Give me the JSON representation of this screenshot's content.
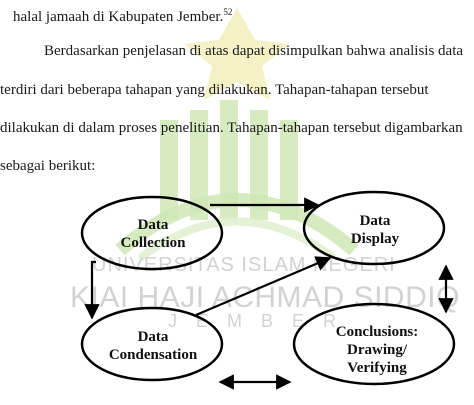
{
  "document": {
    "lines": [
      "halal jamaah di Kabupaten Jember.",
      "Berdasarkan penjelasan di atas dapat disimpulkan bahwa analisis data",
      "terdiri dari beberapa tahapan yang dilakukan. Tahapan-tahapan tersebut",
      "dilakukan di dalam proses penelitian. Tahapan-tahapan tersebut digambarkan",
      "sebagai berikut:"
    ],
    "footnote_ref": "52"
  },
  "watermark": {
    "line1": "UNIVERSITAS ISLAM NEGERI",
    "line2": "KIAI HAJI ACHMAD SIDDIQ",
    "line3": "JEMBER",
    "colors": {
      "green": "#cfe8b5",
      "yellow": "#f4efc0"
    }
  },
  "diagram": {
    "nodes": {
      "collection": "Data\nCollection",
      "display": "Data\nDisplay",
      "condensation": "Data\nCondensation",
      "conclusions": "Conclusions:\nDrawing/\nVerifying"
    },
    "stroke_color": "#000000"
  }
}
